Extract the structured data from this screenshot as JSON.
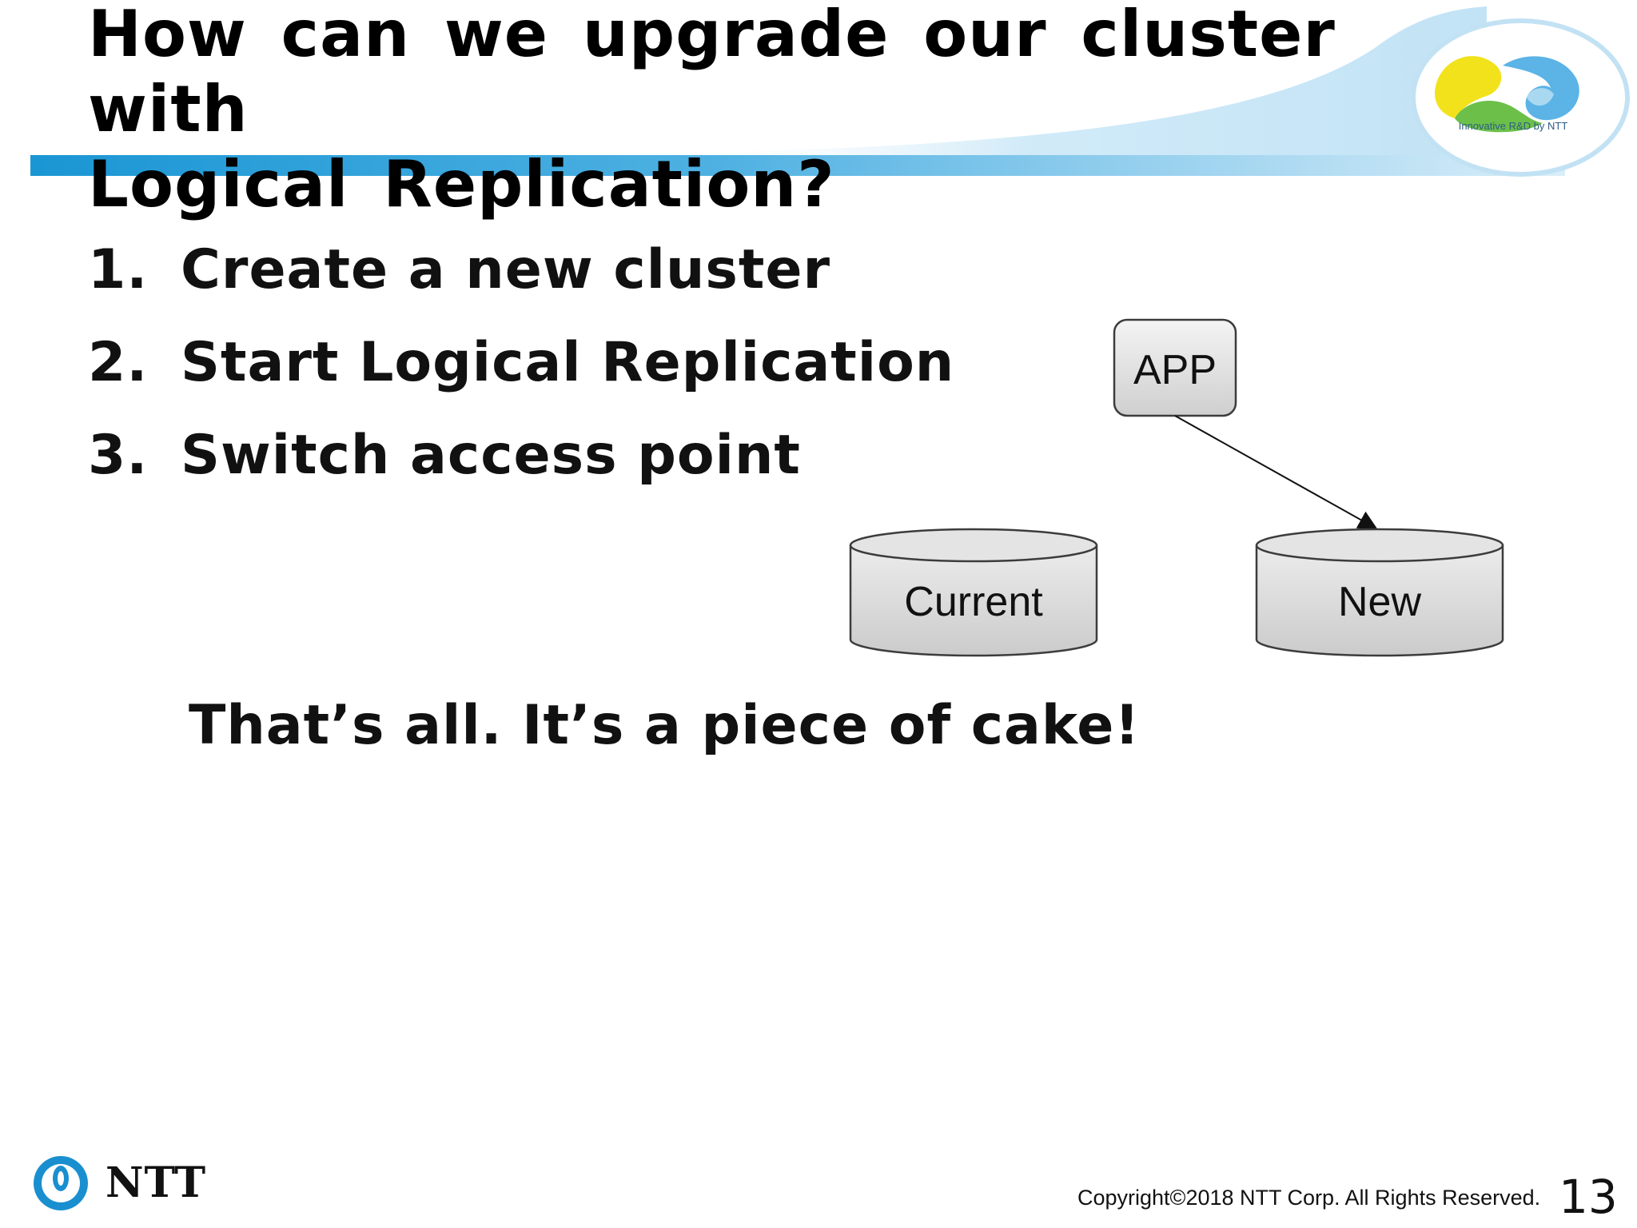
{
  "slide": {
    "title_lines": [
      "How can we upgrade our cluster with",
      "Logical Replication?"
    ],
    "steps": [
      {
        "number": "1.",
        "text": "Create a new cluster"
      },
      {
        "number": "2.",
        "text": "Start Logical Replication"
      },
      {
        "number": "3.",
        "text": "Switch access point"
      }
    ],
    "tagline": "That’s all. It’s a piece of cake!"
  },
  "diagram": {
    "app_label": "APP",
    "current_label": "Current",
    "new_label": "New"
  },
  "header": {
    "logo_caption": "Innovative R&D by NTT"
  },
  "footer": {
    "brand": "NTT",
    "copyright": "Copyright©2018 NTT Corp. All Rights Reserved.",
    "page_number": "13"
  },
  "colors": {
    "accent_blue": "#1e9ad6",
    "light_blue": "#c6e6f7",
    "logo_green": "#6cc04a",
    "logo_yellow": "#f2e21b",
    "shape_fill": "#dcdcdc",
    "shape_stroke": "#3c3c3c"
  },
  "icons": {
    "header_logo": "innovative-rnd-swirl-icon",
    "footer_logo": "ntt-logo-icon"
  }
}
